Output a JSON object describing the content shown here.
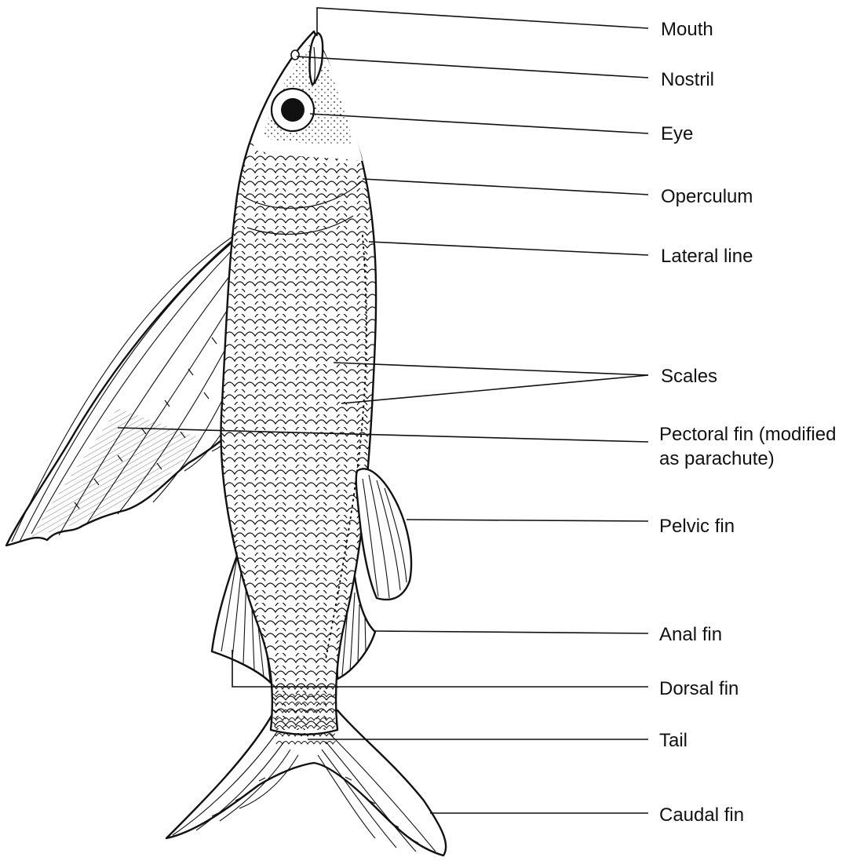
{
  "labels": {
    "mouth": "Mouth",
    "nostril": "Nostril",
    "eye": "Eye",
    "operculum": "Operculum",
    "lateral_line": "Lateral line",
    "scales": "Scales",
    "pectoral_fin_line1": "Pectoral fin (modified",
    "pectoral_fin_line2": "as parachute)",
    "pelvic_fin": "Pelvic fin",
    "anal_fin": "Anal fin",
    "dorsal_fin": "Dorsal fin",
    "tail": "Tail",
    "caudal_fin": "Caudal fin"
  }
}
